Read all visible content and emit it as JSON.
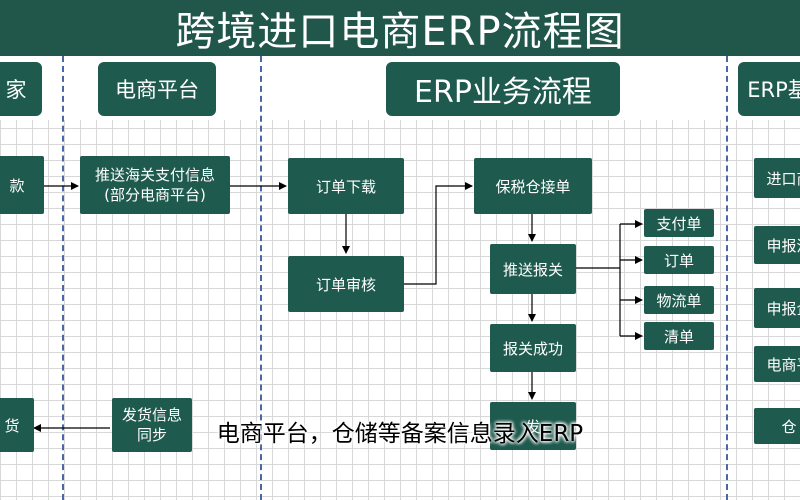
{
  "title": "跨境进口电商ERP流程图",
  "lanes": {
    "left_partial": "家",
    "platform": "电商平台",
    "erp_flow": "ERP业务流程",
    "erp_base_partial": "ERP基"
  },
  "nodes": {
    "left_pay": "款",
    "left_ship": "货",
    "push_customs_line1": "推送海关支付信息",
    "push_customs_line2": "(部分电商平台)",
    "ship_info_line1": "发货信息",
    "ship_info_line2": "同步",
    "order_download": "订单下载",
    "order_review": "订单审核",
    "bonded_accept": "保税仓接单",
    "push_declare": "推送报关",
    "declare_success": "报关成功",
    "ship_out_partial": "发",
    "out_payment": "支付单",
    "out_order": "订单",
    "out_logistics": "物流单",
    "out_manifest": "清单",
    "base_import": "进口商",
    "base_declare1": "申报流",
    "base_declare2": "申报企",
    "base_platform": "电商平",
    "base_warehouse": "仓"
  },
  "subtitle": "电商平台，仓储等备案信息录入ERP"
}
